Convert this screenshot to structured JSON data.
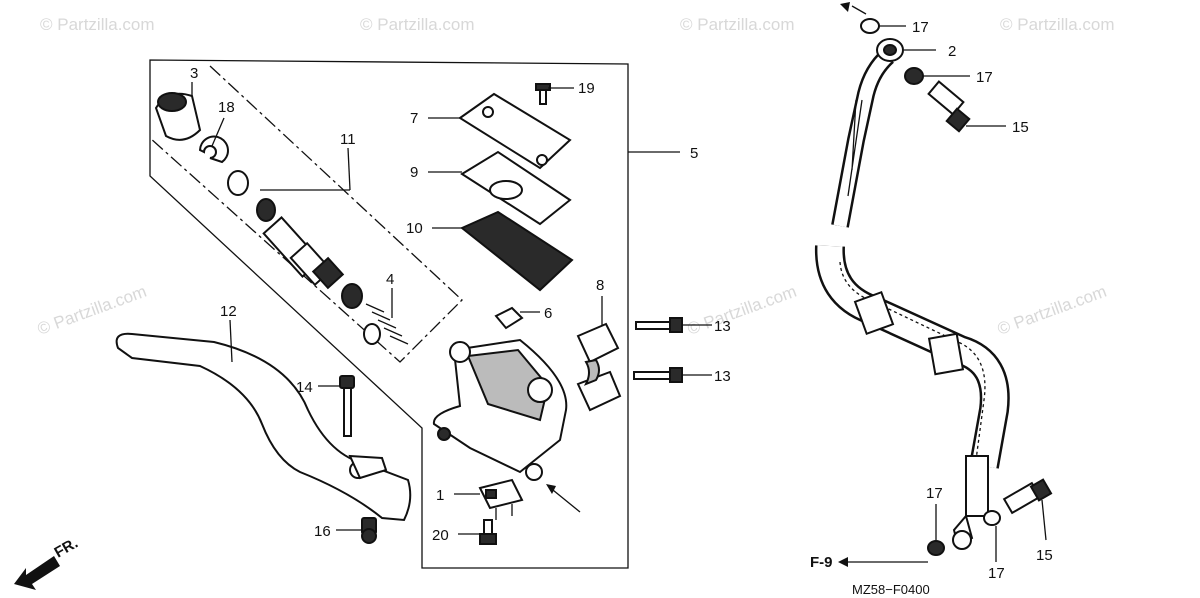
{
  "watermark": "© Partzilla.com",
  "callouts": {
    "c1": "1",
    "c2": "2",
    "c3": "3",
    "c4": "4",
    "c5": "5",
    "c6": "6",
    "c7": "7",
    "c8": "8",
    "c9": "9",
    "c10": "10",
    "c11": "11",
    "c12": "12",
    "c13a": "13",
    "c13b": "13",
    "c14": "14",
    "c15a": "15",
    "c15b": "15",
    "c16": "16",
    "c17a": "17",
    "c17b": "17",
    "c17c": "17",
    "c17d": "17",
    "c18": "18",
    "c19": "19",
    "c20": "20"
  },
  "front_label": "FR.",
  "ref_label": "F-9",
  "diagram_code": "MZ58−F0400"
}
